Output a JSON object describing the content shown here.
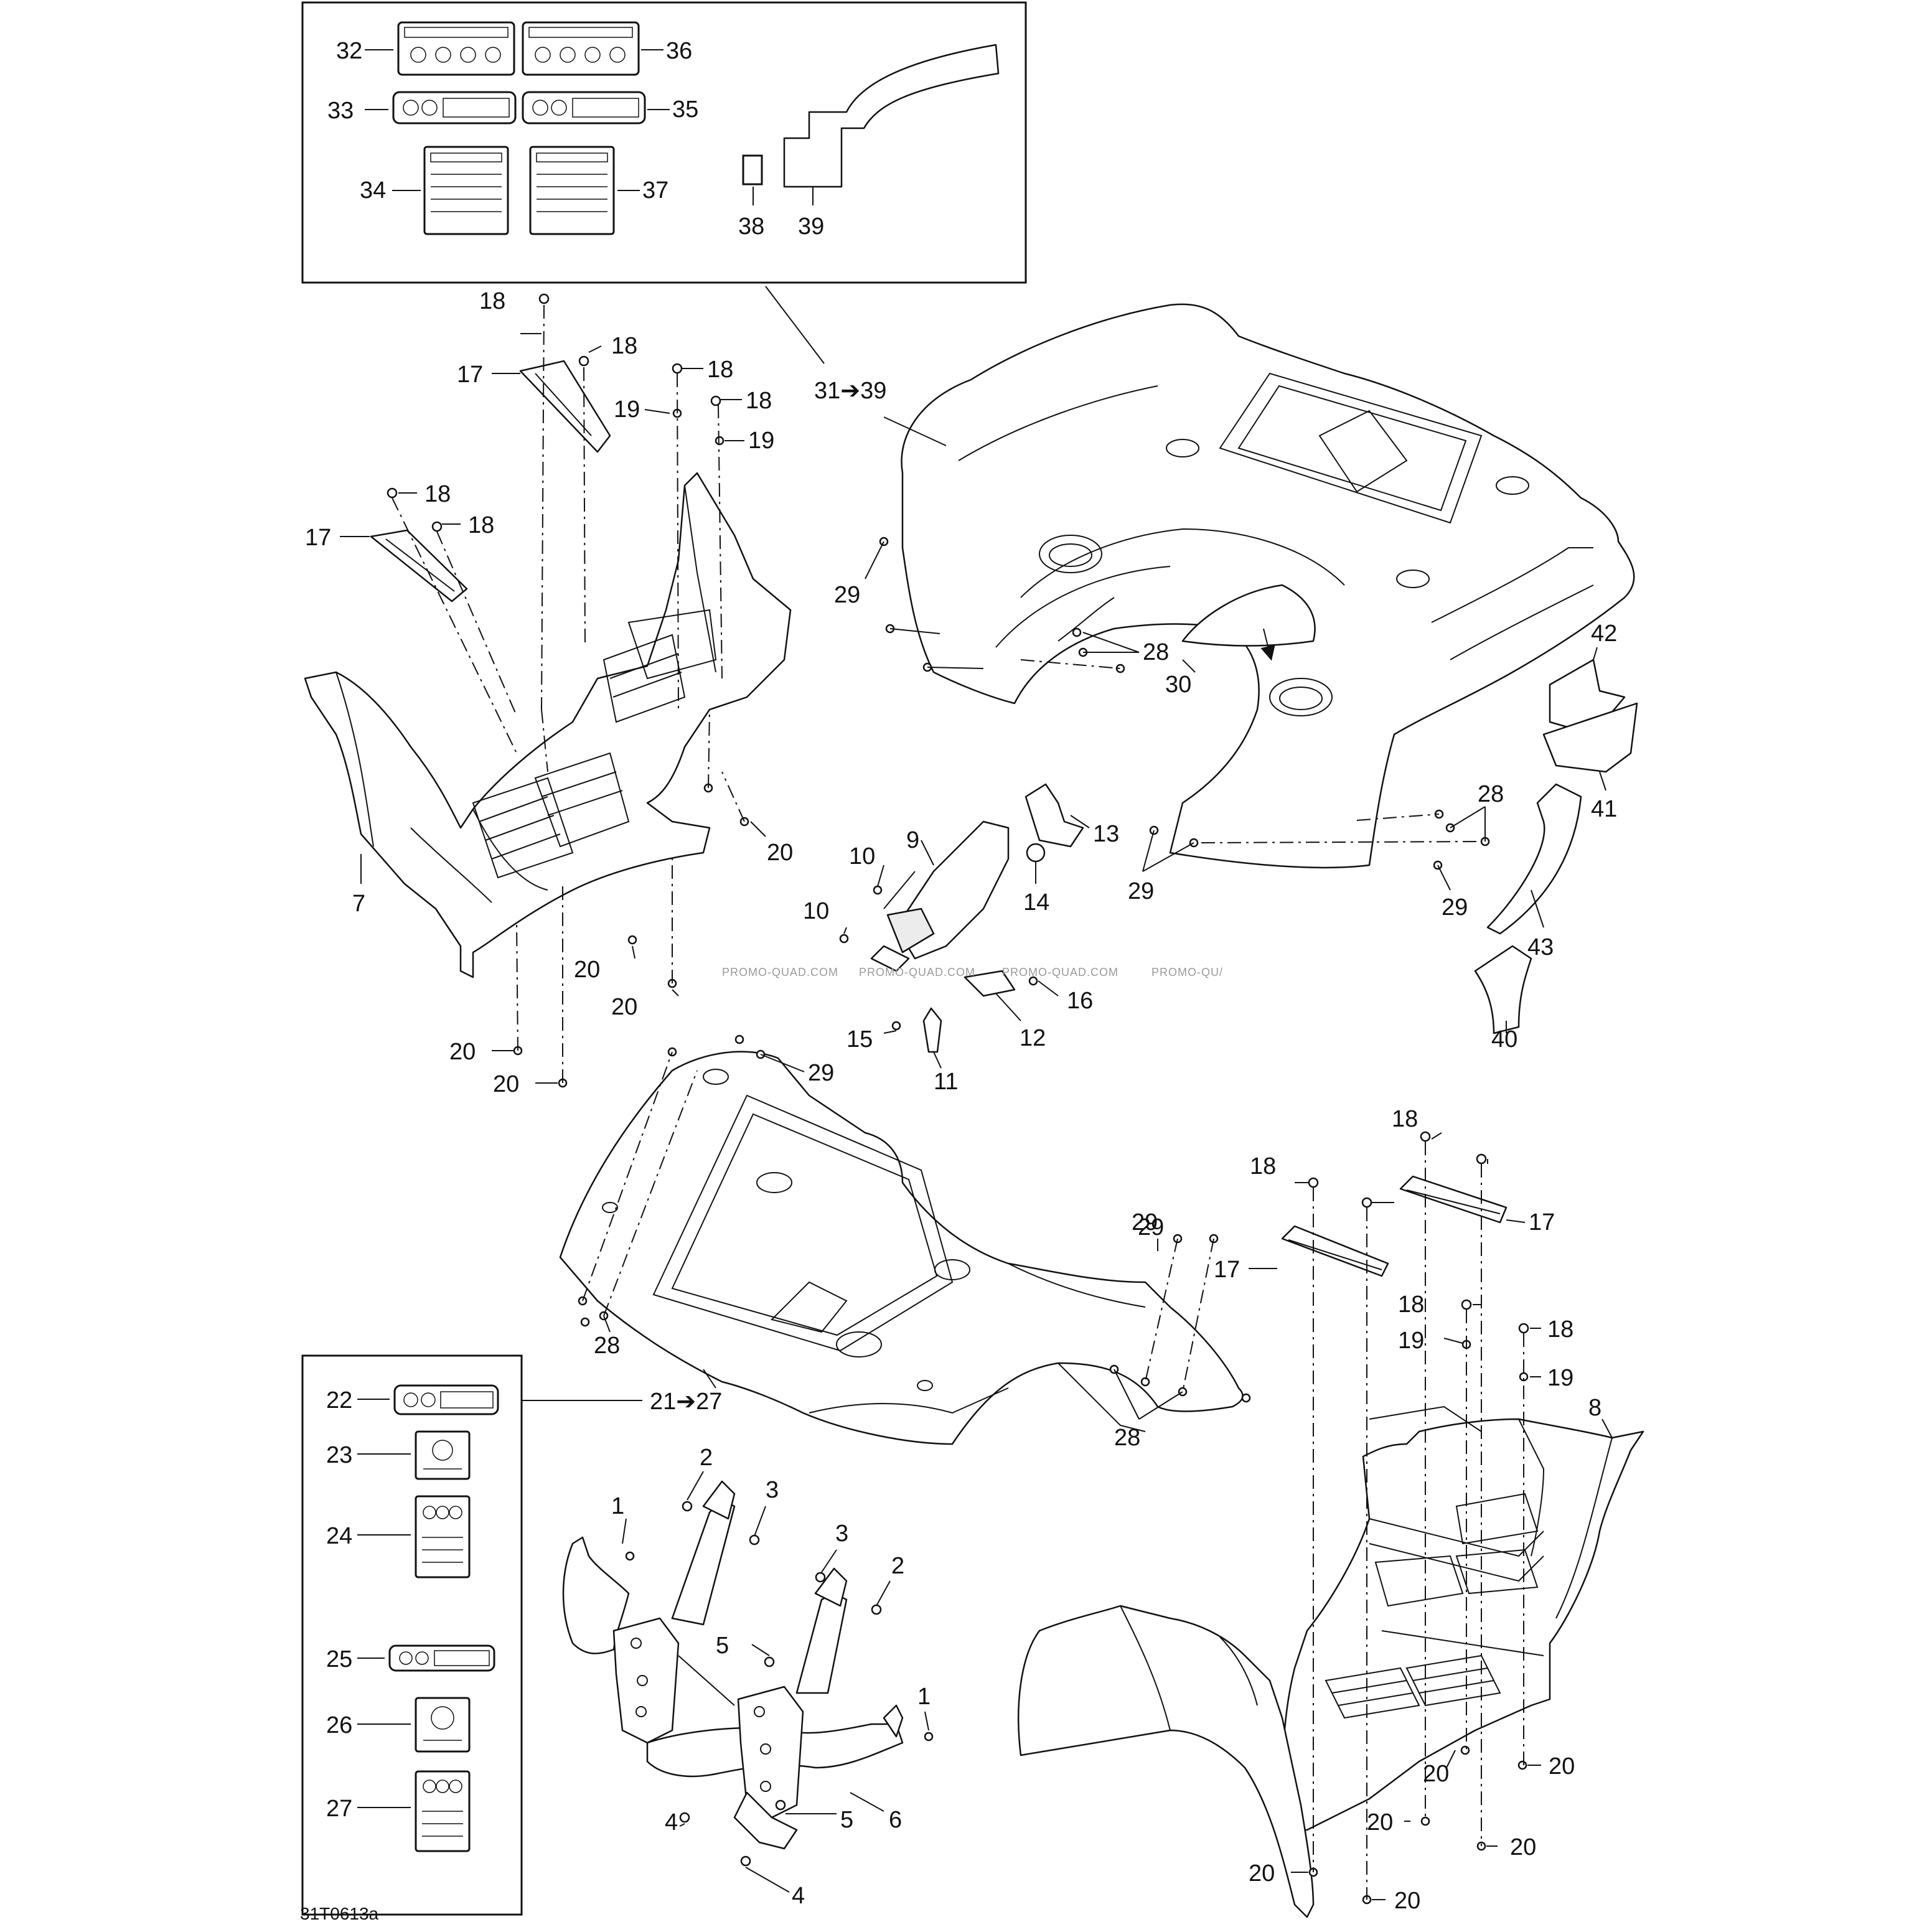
{
  "diagram": {
    "drawing_code": "31T0613a",
    "watermark_text": "PROMO-QUAD.COM",
    "watermark_partial": "PROMO-QU/",
    "callouts": {
      "n1": "1",
      "n2": "2",
      "n3": "3",
      "n4": "4",
      "n5": "5",
      "n6": "6",
      "n7": "7",
      "n8": "8",
      "n9": "9",
      "n10": "10",
      "n11": "11",
      "n12": "12",
      "n13": "13",
      "n14": "14",
      "n15": "15",
      "n16": "16",
      "n17": "17",
      "n18": "18",
      "n19": "19",
      "n20": "20",
      "n21_27": "21➔27",
      "n22": "22",
      "n23": "23",
      "n24": "24",
      "n25": "25",
      "n26": "26",
      "n27": "27",
      "n28": "28",
      "n29": "29",
      "n30": "30",
      "n31_39": "31➔39",
      "n32": "32",
      "n33": "33",
      "n34": "34",
      "n35": "35",
      "n36": "36",
      "n37": "37",
      "n38": "38",
      "n39": "39",
      "n40": "40",
      "n41": "41",
      "n42": "42",
      "n43": "43"
    }
  }
}
